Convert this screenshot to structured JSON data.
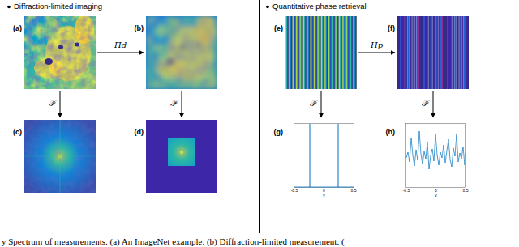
{
  "diagram": {
    "caption": "y Spectrum of measurements. (a) An ImageNet example. (b) Diffraction-limited measurement. (",
    "nodes": [
      {
        "text": [
          "(a)"
        ]
      },
      {
        "text": [
          "(b)"
        ]
      },
      {
        "text": [
          "(c)"
        ]
      },
      {
        "text": [
          "(d)"
        ]
      },
      {
        "text": [
          "(e)"
        ]
      },
      {
        "text": [
          "(f)"
        ]
      },
      {
        "text": [
          "(g)"
        ]
      },
      {
        "text": [
          "(h)"
        ]
      }
    ],
    "edges": [
      {
        "from": 0,
        "to": 1,
        "arrow": "to",
        "label": "Πd"
      },
      {
        "from": 0,
        "to": 2,
        "arrow": "to",
        "label": "ℱ"
      },
      {
        "from": 1,
        "to": 3,
        "arrow": "to",
        "label": "ℱ"
      },
      {
        "from": 4,
        "to": 5,
        "arrow": "to",
        "label": "Hp"
      },
      {
        "from": 4,
        "to": 6,
        "arrow": "to",
        "label": "ℱ"
      },
      {
        "from": 5,
        "to": 7,
        "arrow": "to",
        "label": "ℱ"
      }
    ],
    "labels": [
      "Diffraction-limited imaging",
      "Quantitative phase retrieval",
      "-0.5",
      "0",
      "0.5",
      "v",
      "-0.5",
      "0",
      "0.5",
      "v"
    ]
  }
}
